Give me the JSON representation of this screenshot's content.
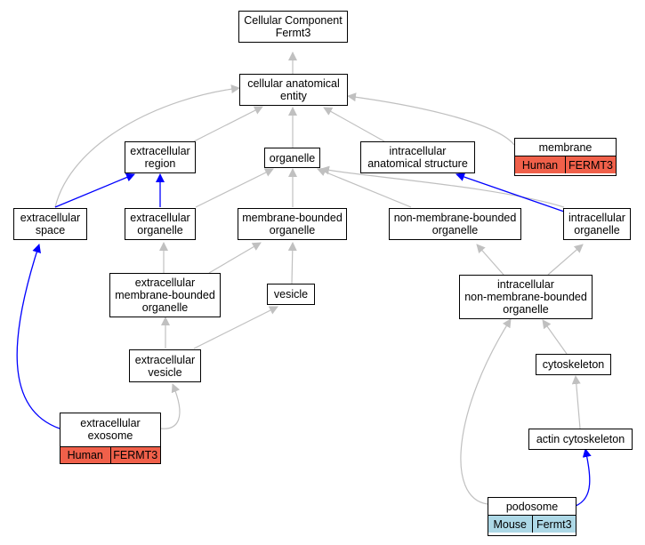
{
  "nodes": {
    "cc_fermt3": [
      "Cellular Component",
      "Fermt3"
    ],
    "cae": [
      "cellular anatomical",
      "entity"
    ],
    "er": [
      "extracellular",
      "region"
    ],
    "organelle": [
      "organelle"
    ],
    "ias": [
      "intracellular",
      "anatomical structure"
    ],
    "membrane": {
      "label": "membrane",
      "species": "Human",
      "gene": "FERMT3"
    },
    "es": [
      "extracellular",
      "space"
    ],
    "eo": [
      "extracellular",
      "organelle"
    ],
    "mbo": [
      "membrane-bounded",
      "organelle"
    ],
    "nmbo": [
      "non-membrane-bounded",
      "organelle"
    ],
    "io": [
      "intracellular",
      "organelle"
    ],
    "embo": [
      "extracellular",
      "membrane-bounded",
      "organelle"
    ],
    "vesicle": [
      "vesicle"
    ],
    "inmbo": [
      "intracellular",
      "non-membrane-bounded",
      "organelle"
    ],
    "ev": [
      "extracellular",
      "vesicle"
    ],
    "cytoskeleton": [
      "cytoskeleton"
    ],
    "exosome": {
      "label": [
        "extracellular",
        "exosome"
      ],
      "species": "Human",
      "gene": "FERMT3"
    },
    "actin": [
      "actin cytoskeleton"
    ],
    "podosome": {
      "label": "podosome",
      "species": "Mouse",
      "gene": "Fermt3"
    }
  },
  "colors": {
    "isa_edge": "#c0c0c0",
    "partof_edge": "#0000ff",
    "human_tag": "#f0604a",
    "mouse_tag": "#add8e6"
  }
}
